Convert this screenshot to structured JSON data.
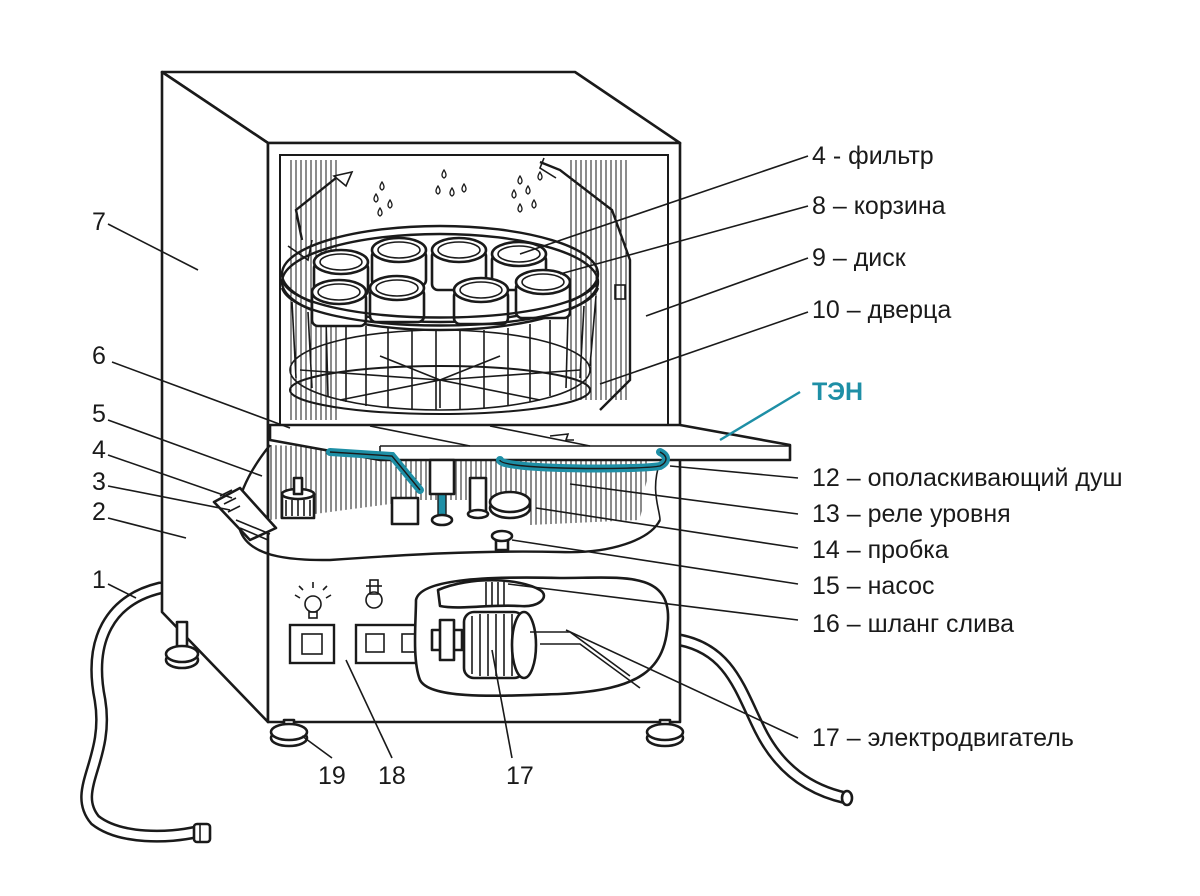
{
  "colors": {
    "ink": "#1a1a1a",
    "accent": "#1e8fa6",
    "background": "#ffffff"
  },
  "labels": {
    "l1": "1",
    "l2": "2",
    "l3": "3",
    "l4": "4",
    "l5": "5",
    "l6": "6",
    "l7": "7",
    "l17b": "17",
    "l18": "18",
    "l19": "19",
    "r4": "4 - фильтр",
    "r8": "8 – корзина",
    "r9": "9 – диск",
    "r10": "10 – дверца",
    "ten": "ТЭН",
    "r12": "12 – ополаскивающий душ",
    "r13": "13 – реле уровня",
    "r14": "14 – пробка",
    "r15": "15 – насос",
    "r16": "16 – шланг слива",
    "r17": "17 – электродвигатель"
  }
}
